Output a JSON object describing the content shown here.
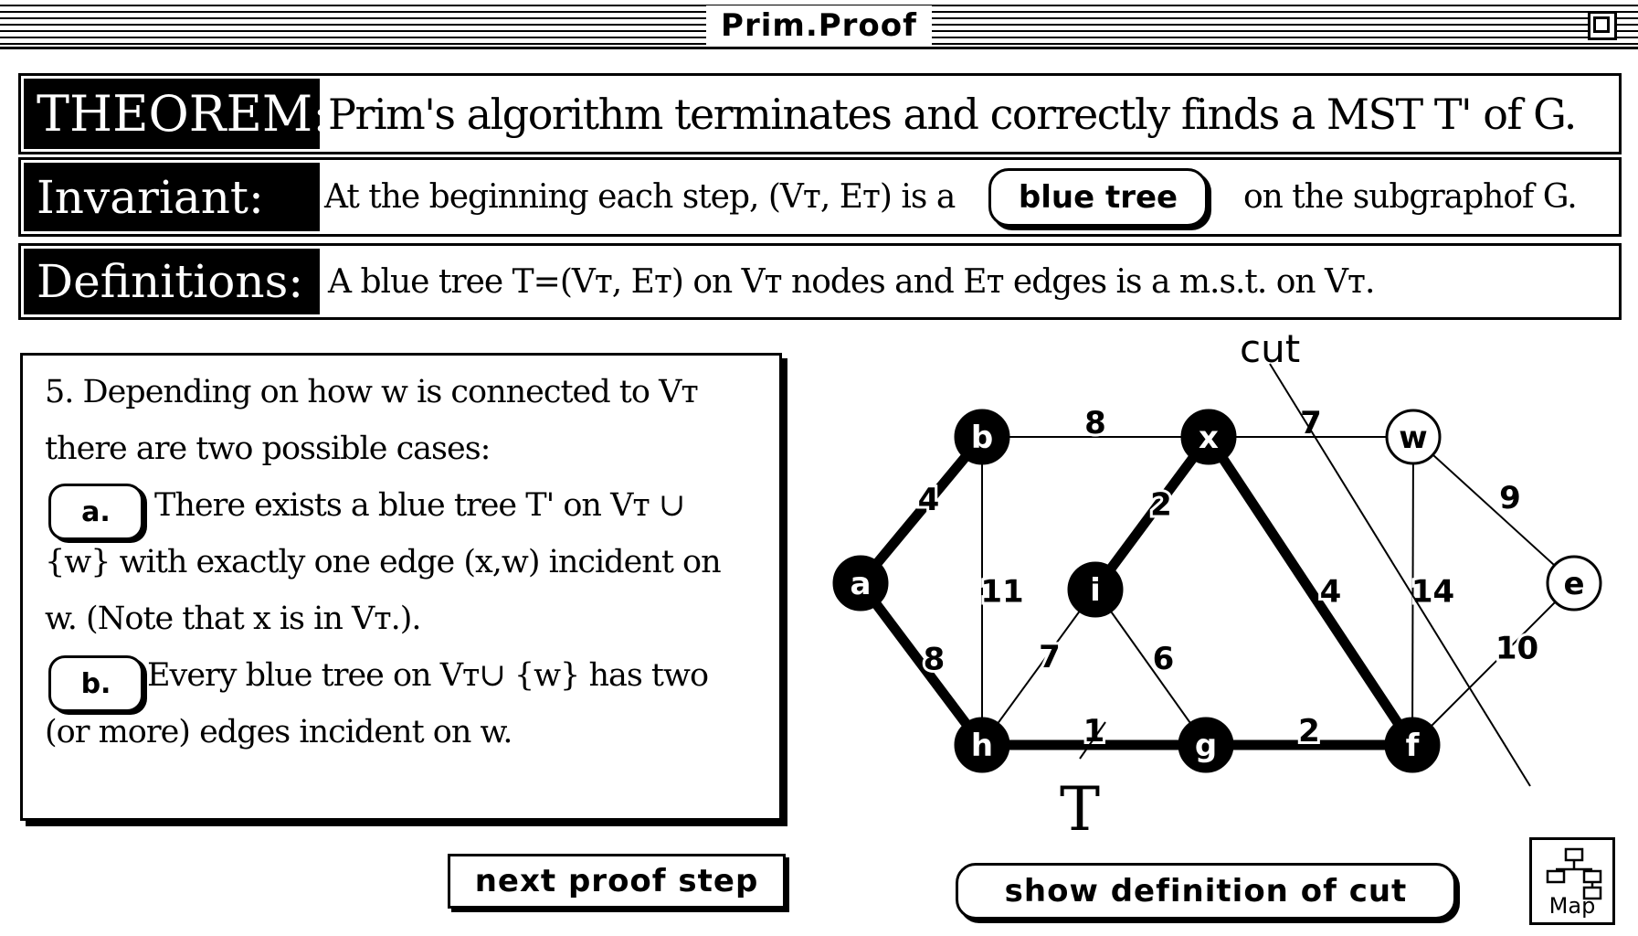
{
  "window": {
    "title": "Prim.Proof"
  },
  "theorem": {
    "label": "THEOREM:",
    "text": "Prim's algorithm terminates and correctly finds a MST T' of G."
  },
  "invariant": {
    "label": "Invariant:",
    "text_before": "At the beginning   each step, (Vᴛ, Eᴛ) is a",
    "button": "blue tree",
    "text_after": "on the subgraphof  G."
  },
  "definitions": {
    "label": "Definitions:",
    "text": "A blue tree T=(Vᴛ, Eᴛ) on Vᴛ nodes and Eᴛ edges is a m.s.t. on Vᴛ."
  },
  "proof": {
    "lines": [
      "5. Depending on how w is connected to Vᴛ",
      "there are two possible cases:",
      "There exists a blue tree T' on Vᴛ ∪",
      "{w} with exactly one edge (x,w) incident on",
      "w.  (Note that x is in Vᴛ.).",
      "Every blue tree on Vᴛ∪ {w} has two",
      "(or more) edges incident on w."
    ],
    "case_a": "a.",
    "case_b": "b."
  },
  "buttons": {
    "next": "next proof step",
    "cut": "show definition of cut",
    "map": "Map"
  },
  "graph": {
    "cut_label": "cut",
    "tree_label": "T",
    "nodes": [
      {
        "id": "b",
        "label": "b",
        "filled": true
      },
      {
        "id": "x",
        "label": "x",
        "filled": true
      },
      {
        "id": "w",
        "label": "w",
        "filled": false
      },
      {
        "id": "a",
        "label": "a",
        "filled": true
      },
      {
        "id": "i",
        "label": "i",
        "filled": true
      },
      {
        "id": "e",
        "label": "e",
        "filled": false
      },
      {
        "id": "h",
        "label": "h",
        "filled": true
      },
      {
        "id": "g",
        "label": "g",
        "filled": true
      },
      {
        "id": "f",
        "label": "f",
        "filled": true
      }
    ],
    "edges": [
      {
        "from": "b",
        "to": "x",
        "weight": "8",
        "tree": false
      },
      {
        "from": "x",
        "to": "w",
        "weight": "7",
        "tree": false
      },
      {
        "from": "b",
        "to": "a",
        "weight": "4",
        "tree": true
      },
      {
        "from": "b",
        "to": "h",
        "weight": "11",
        "tree": false
      },
      {
        "from": "x",
        "to": "i",
        "weight": "2",
        "tree": true
      },
      {
        "from": "x",
        "to": "f",
        "weight": "4",
        "tree": true
      },
      {
        "from": "w",
        "to": "f",
        "weight": "14",
        "tree": false
      },
      {
        "from": "w",
        "to": "e",
        "weight": "9",
        "tree": false
      },
      {
        "from": "a",
        "to": "h",
        "weight": "8",
        "tree": true
      },
      {
        "from": "i",
        "to": "h",
        "weight": "7",
        "tree": false
      },
      {
        "from": "i",
        "to": "g",
        "weight": "6",
        "tree": false
      },
      {
        "from": "h",
        "to": "g",
        "weight": "1",
        "tree": true
      },
      {
        "from": "g",
        "to": "f",
        "weight": "2",
        "tree": true
      },
      {
        "from": "f",
        "to": "e",
        "weight": "10",
        "tree": false
      }
    ]
  }
}
